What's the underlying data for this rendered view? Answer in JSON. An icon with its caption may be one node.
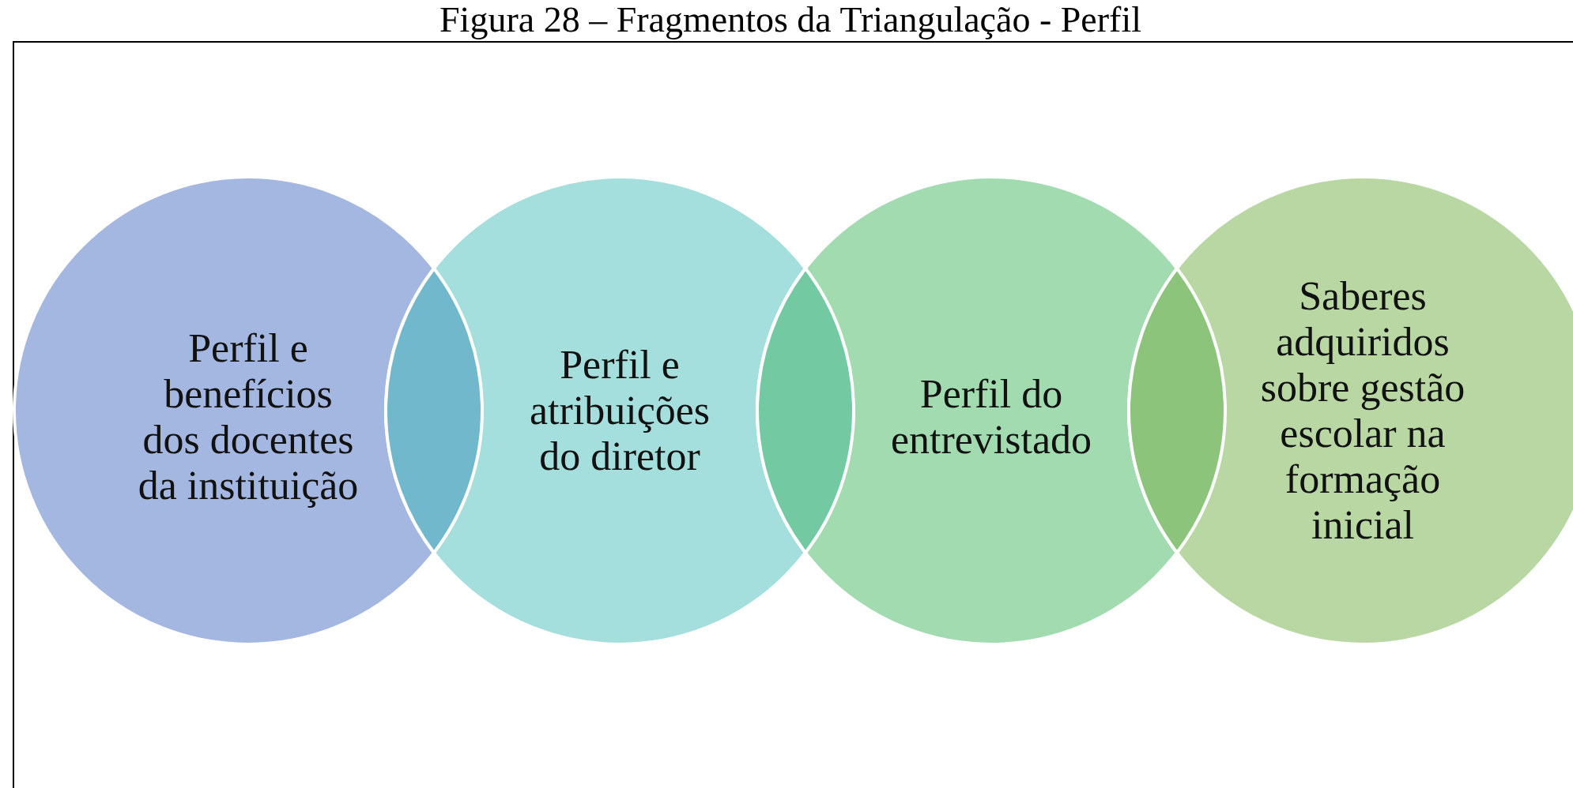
{
  "diagram": {
    "title": "Figura 28 – Fragmentos da Triangulação - Perfil",
    "nodes": [
      {
        "text": [
          "Perfil e benefícios dos docentes da instituição"
        ]
      },
      {
        "text": [
          "Perfil e atribuições do diretor"
        ]
      },
      {
        "text": [
          "Perfil do entrevistado"
        ]
      },
      {
        "text": [
          "Saberes adquiridos sobre gestão escolar na formação inicial"
        ]
      }
    ]
  }
}
